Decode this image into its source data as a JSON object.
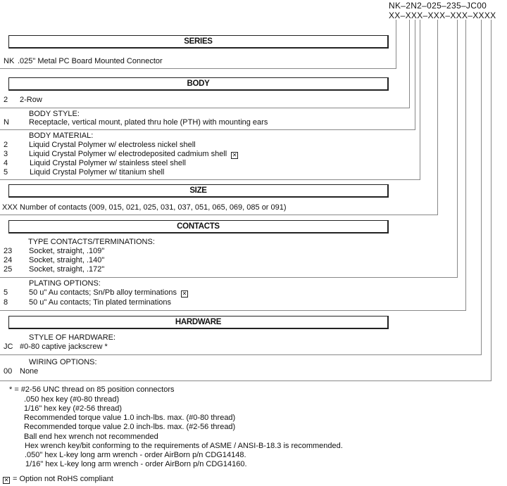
{
  "part_number": {
    "example": "NK–2N2–025–235–JC00",
    "pattern": "XX–XXX–XXX–XXX–XXXX"
  },
  "sections": {
    "series": {
      "title": "SERIES",
      "rows": [
        {
          "code": "NK",
          "desc": ".025\" Metal PC Board Mounted Connector"
        }
      ]
    },
    "body": {
      "title": "BODY",
      "rows": [
        {
          "code": "2",
          "desc": "2-Row"
        }
      ],
      "style_label": "BODY STYLE:",
      "style_rows": [
        {
          "code": "N",
          "desc": "Receptacle, vertical mount, plated thru hole (PTH) with mounting ears"
        }
      ],
      "material_label": "BODY MATERIAL:",
      "material_rows": [
        {
          "code": "2",
          "desc": "Liquid Crystal Polymer w/ electroless nickel shell"
        },
        {
          "code": "3",
          "desc": "Liquid Crystal Polymer w/ electrodeposited cadmium shell",
          "rohs_mark": "☒"
        },
        {
          "code": "4",
          "desc": "Liquid Crystal Polymer w/ stainless steel shell"
        },
        {
          "code": "5",
          "desc": "Liquid Crystal Polymer w/ titanium shell"
        }
      ]
    },
    "size": {
      "title": "SIZE",
      "rows": [
        {
          "code": "XXX",
          "desc": "Number of contacts (009, 015, 021, 025, 031, 037, 051, 065, 069, 085 or 091)"
        }
      ]
    },
    "contacts": {
      "title": "CONTACTS",
      "type_label": "TYPE CONTACTS/TERMINATIONS:",
      "type_rows": [
        {
          "code": "23",
          "desc": "Socket, straight, .109\""
        },
        {
          "code": "24",
          "desc": "Socket, straight, .140\""
        },
        {
          "code": "25",
          "desc": "Socket, straight, .172\""
        }
      ],
      "plating_label": "PLATING OPTIONS:",
      "plating_rows": [
        {
          "code": "5",
          "desc": "50 u\" Au contacts; Sn/Pb alloy terminations",
          "rohs_mark": "☒"
        },
        {
          "code": "8",
          "desc": "50 u\" Au contacts; Tin plated terminations"
        }
      ]
    },
    "hardware": {
      "title": "HARDWARE",
      "style_label": "STYLE OF HARDWARE:",
      "style_rows": [
        {
          "code": "JC",
          "desc": "#0-80 captive jackscrew *"
        }
      ],
      "wiring_label": "WIRING OPTIONS:",
      "wiring_rows": [
        {
          "code": "00",
          "desc": "None"
        }
      ]
    }
  },
  "footnotes": [
    "* = #2-56 UNC thread on 85 position connectors",
    ".050 hex key (#0-80 thread)",
    "1/16\" hex key (#2-56 thread)",
    "Recommended torque value 1.0 inch-lbs. max. (#0-80 thread)",
    "Recommended torque value 2.0 inch-lbs. max. (#2-56 thread)",
    "Ball end hex wrench not recommended",
    "Hex wrench key/bit conforming to the requirements of ASME / ANSI-B-18.3 is recommended.",
    ".050\" hex L-key long arm wrench - order AirBorn p/n CDG14148.",
    "1/16\" hex L-key long arm wrench - order AirBorn p/n CDG14160."
  ],
  "rohs_legend": {
    "mark": "☒",
    "text": "= Option not RoHS compliant"
  }
}
